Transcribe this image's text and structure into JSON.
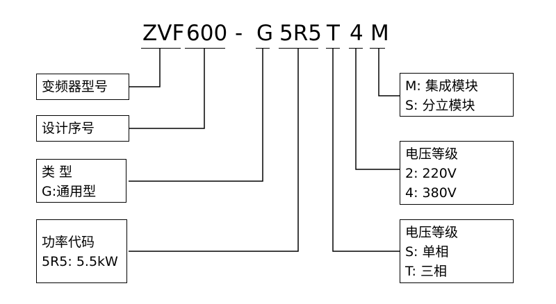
{
  "model_code": {
    "series": "ZVF",
    "design": "600",
    "dash": "-",
    "type": "G",
    "power": "5R5",
    "phase": "T",
    "voltage": "4",
    "module": "M"
  },
  "left_boxes": {
    "model": {
      "line1": "变频器型号"
    },
    "design_seq": {
      "line1": "设计序号"
    },
    "type": {
      "line1": "类 型",
      "line2": "G:通用型"
    },
    "power": {
      "line1": "功率代码",
      "line2": "5R5: 5.5kW"
    }
  },
  "right_boxes": {
    "module": {
      "line1": "M: 集成模块",
      "line2": "S: 分立模块"
    },
    "voltage": {
      "line1": "电压等级",
      "line2": "2: 220V",
      "line3": "4: 380V"
    },
    "phase": {
      "line1": "电压等级",
      "line2": "S: 单相",
      "line3": "T: 三相"
    }
  }
}
